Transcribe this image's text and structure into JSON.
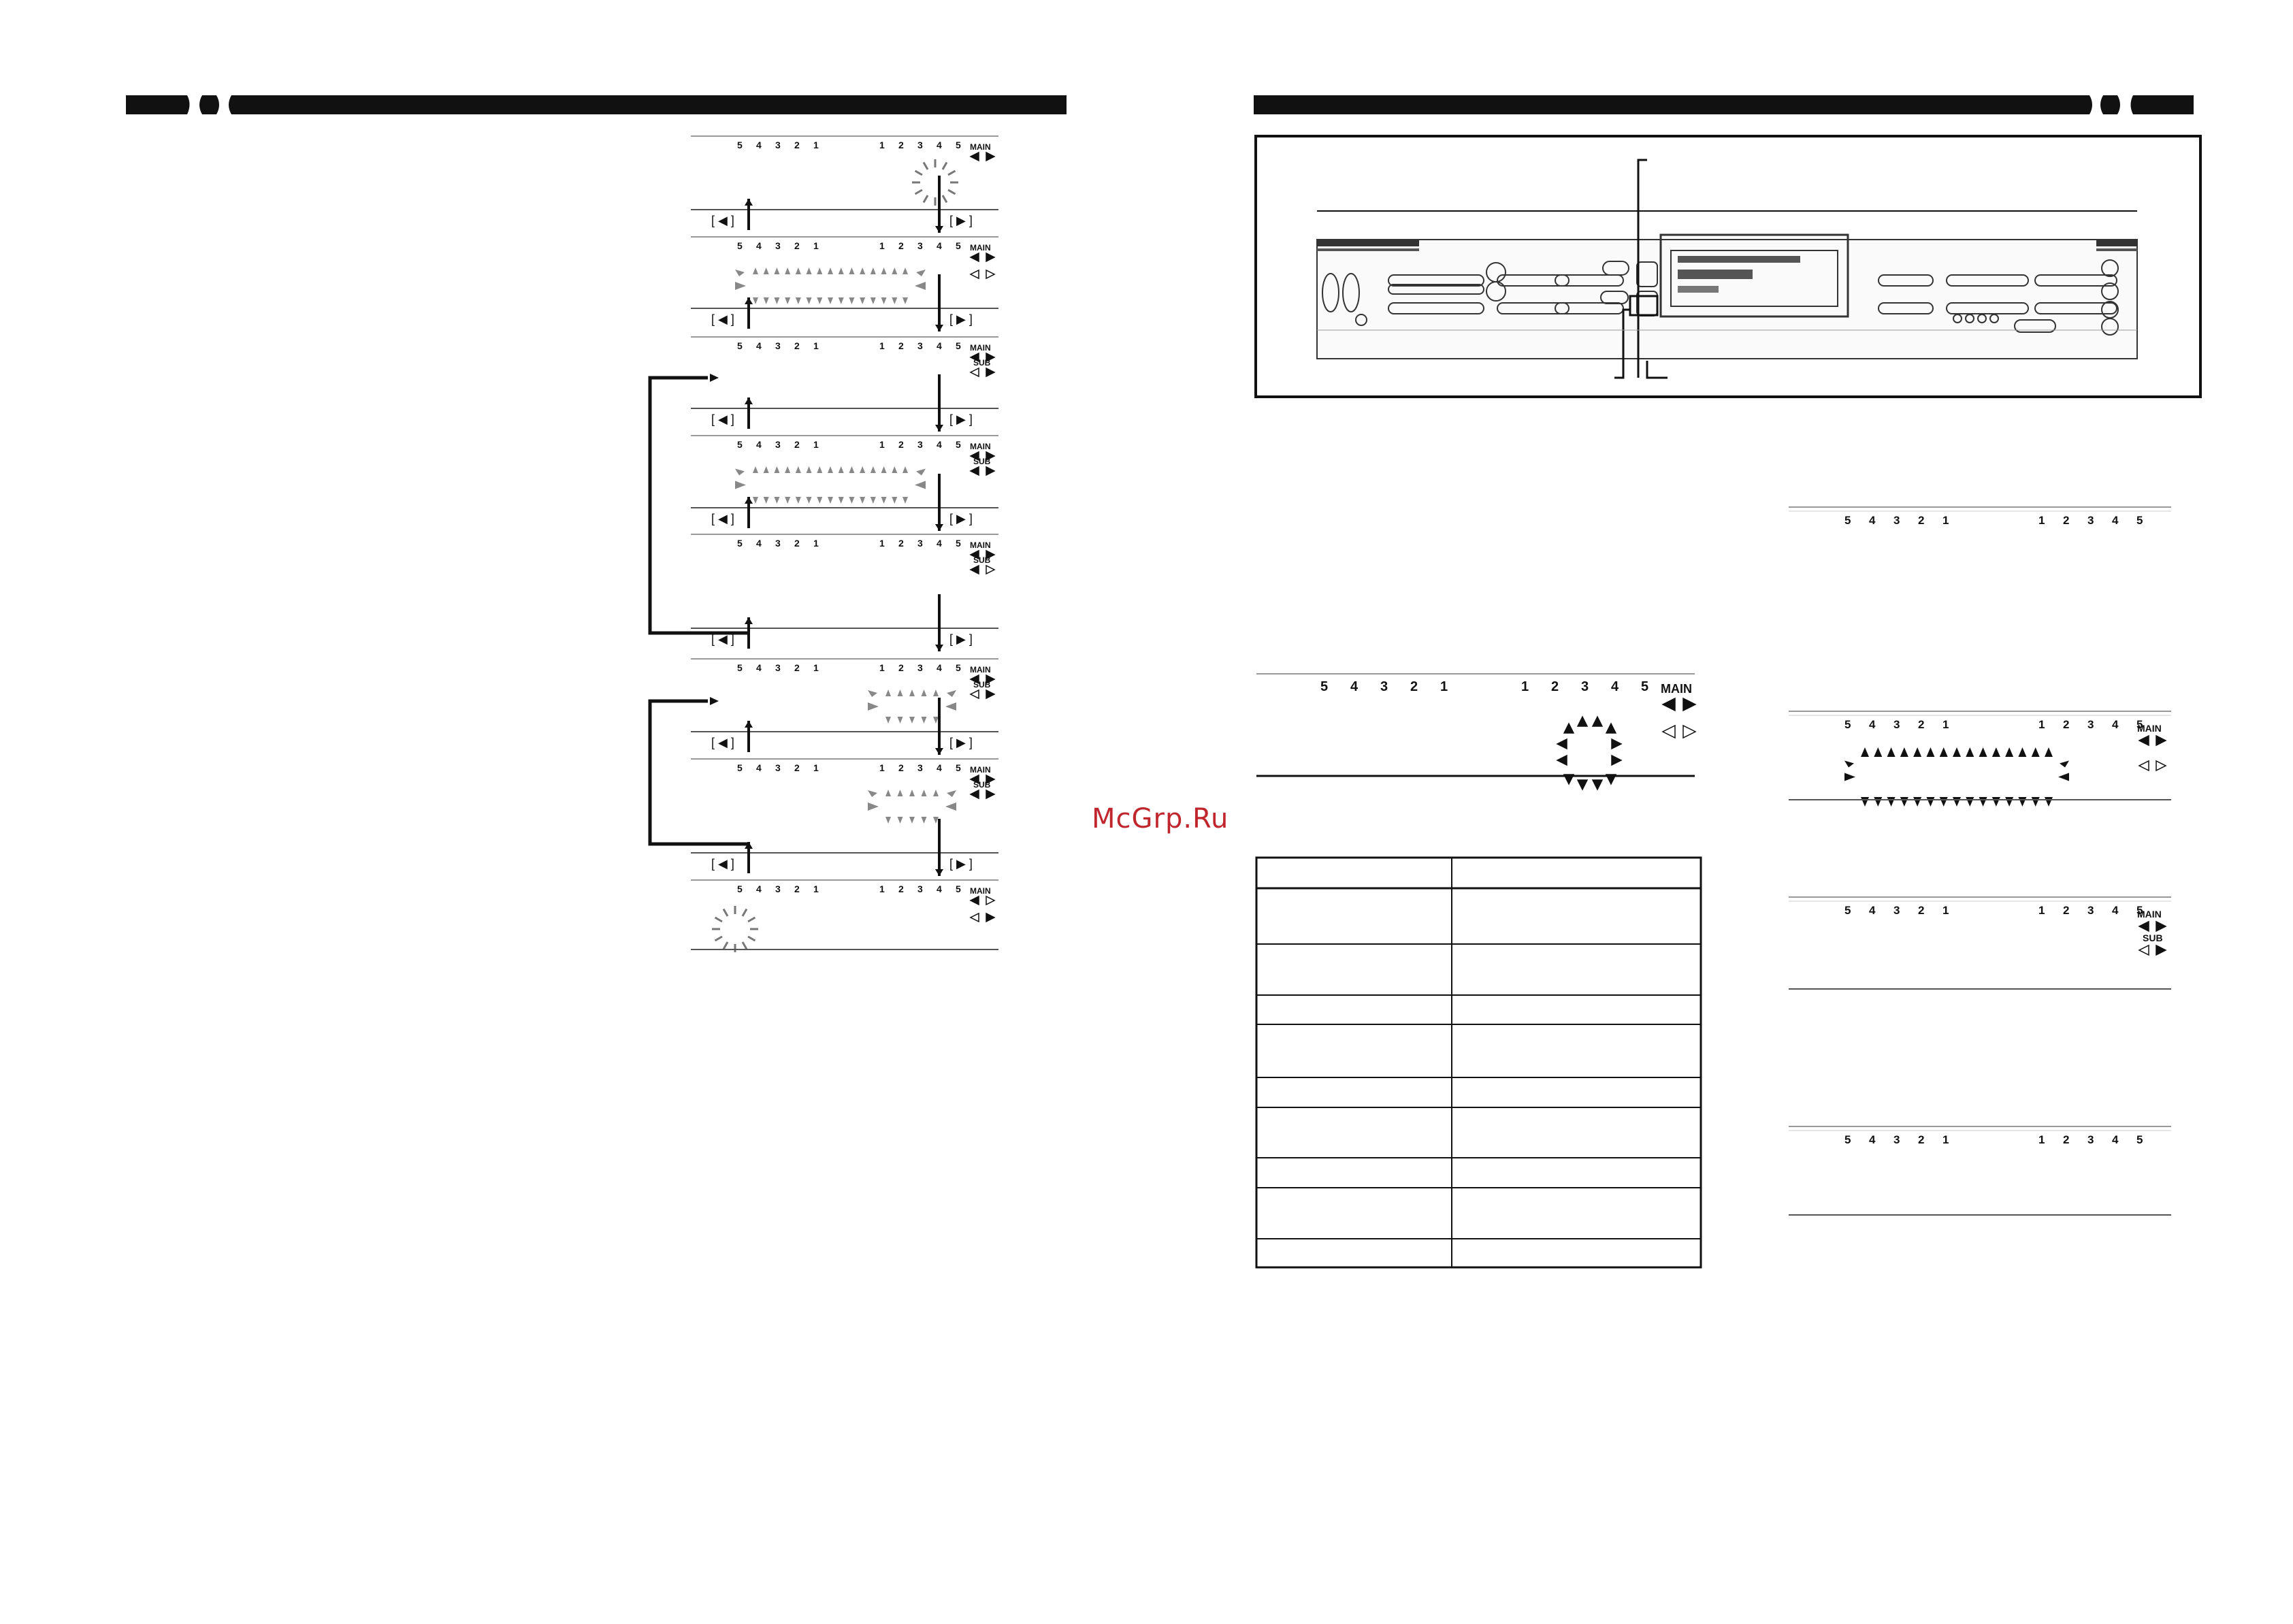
{
  "watermark": "McGrp.Ru",
  "display": {
    "left_numbers": [
      "5",
      "4",
      "3",
      "2",
      "1"
    ],
    "right_numbers": [
      "1",
      "2",
      "3",
      "4",
      "5"
    ],
    "main_label": "MAIN",
    "sub_label": "SUB",
    "left_button": "[ ◀ ]",
    "right_button": "[ ▶ ]"
  },
  "table": {
    "headers": [
      "",
      ""
    ],
    "rows": [
      [
        "",
        ""
      ],
      [
        "",
        ""
      ],
      [
        "",
        ""
      ],
      [
        "",
        ""
      ],
      [
        "",
        ""
      ],
      [
        "",
        ""
      ],
      [
        "",
        ""
      ],
      [
        "",
        ""
      ],
      [
        "",
        ""
      ]
    ]
  },
  "colors": {
    "ink": "#111111",
    "rule": "#888888",
    "watermark": "#c0262d"
  }
}
